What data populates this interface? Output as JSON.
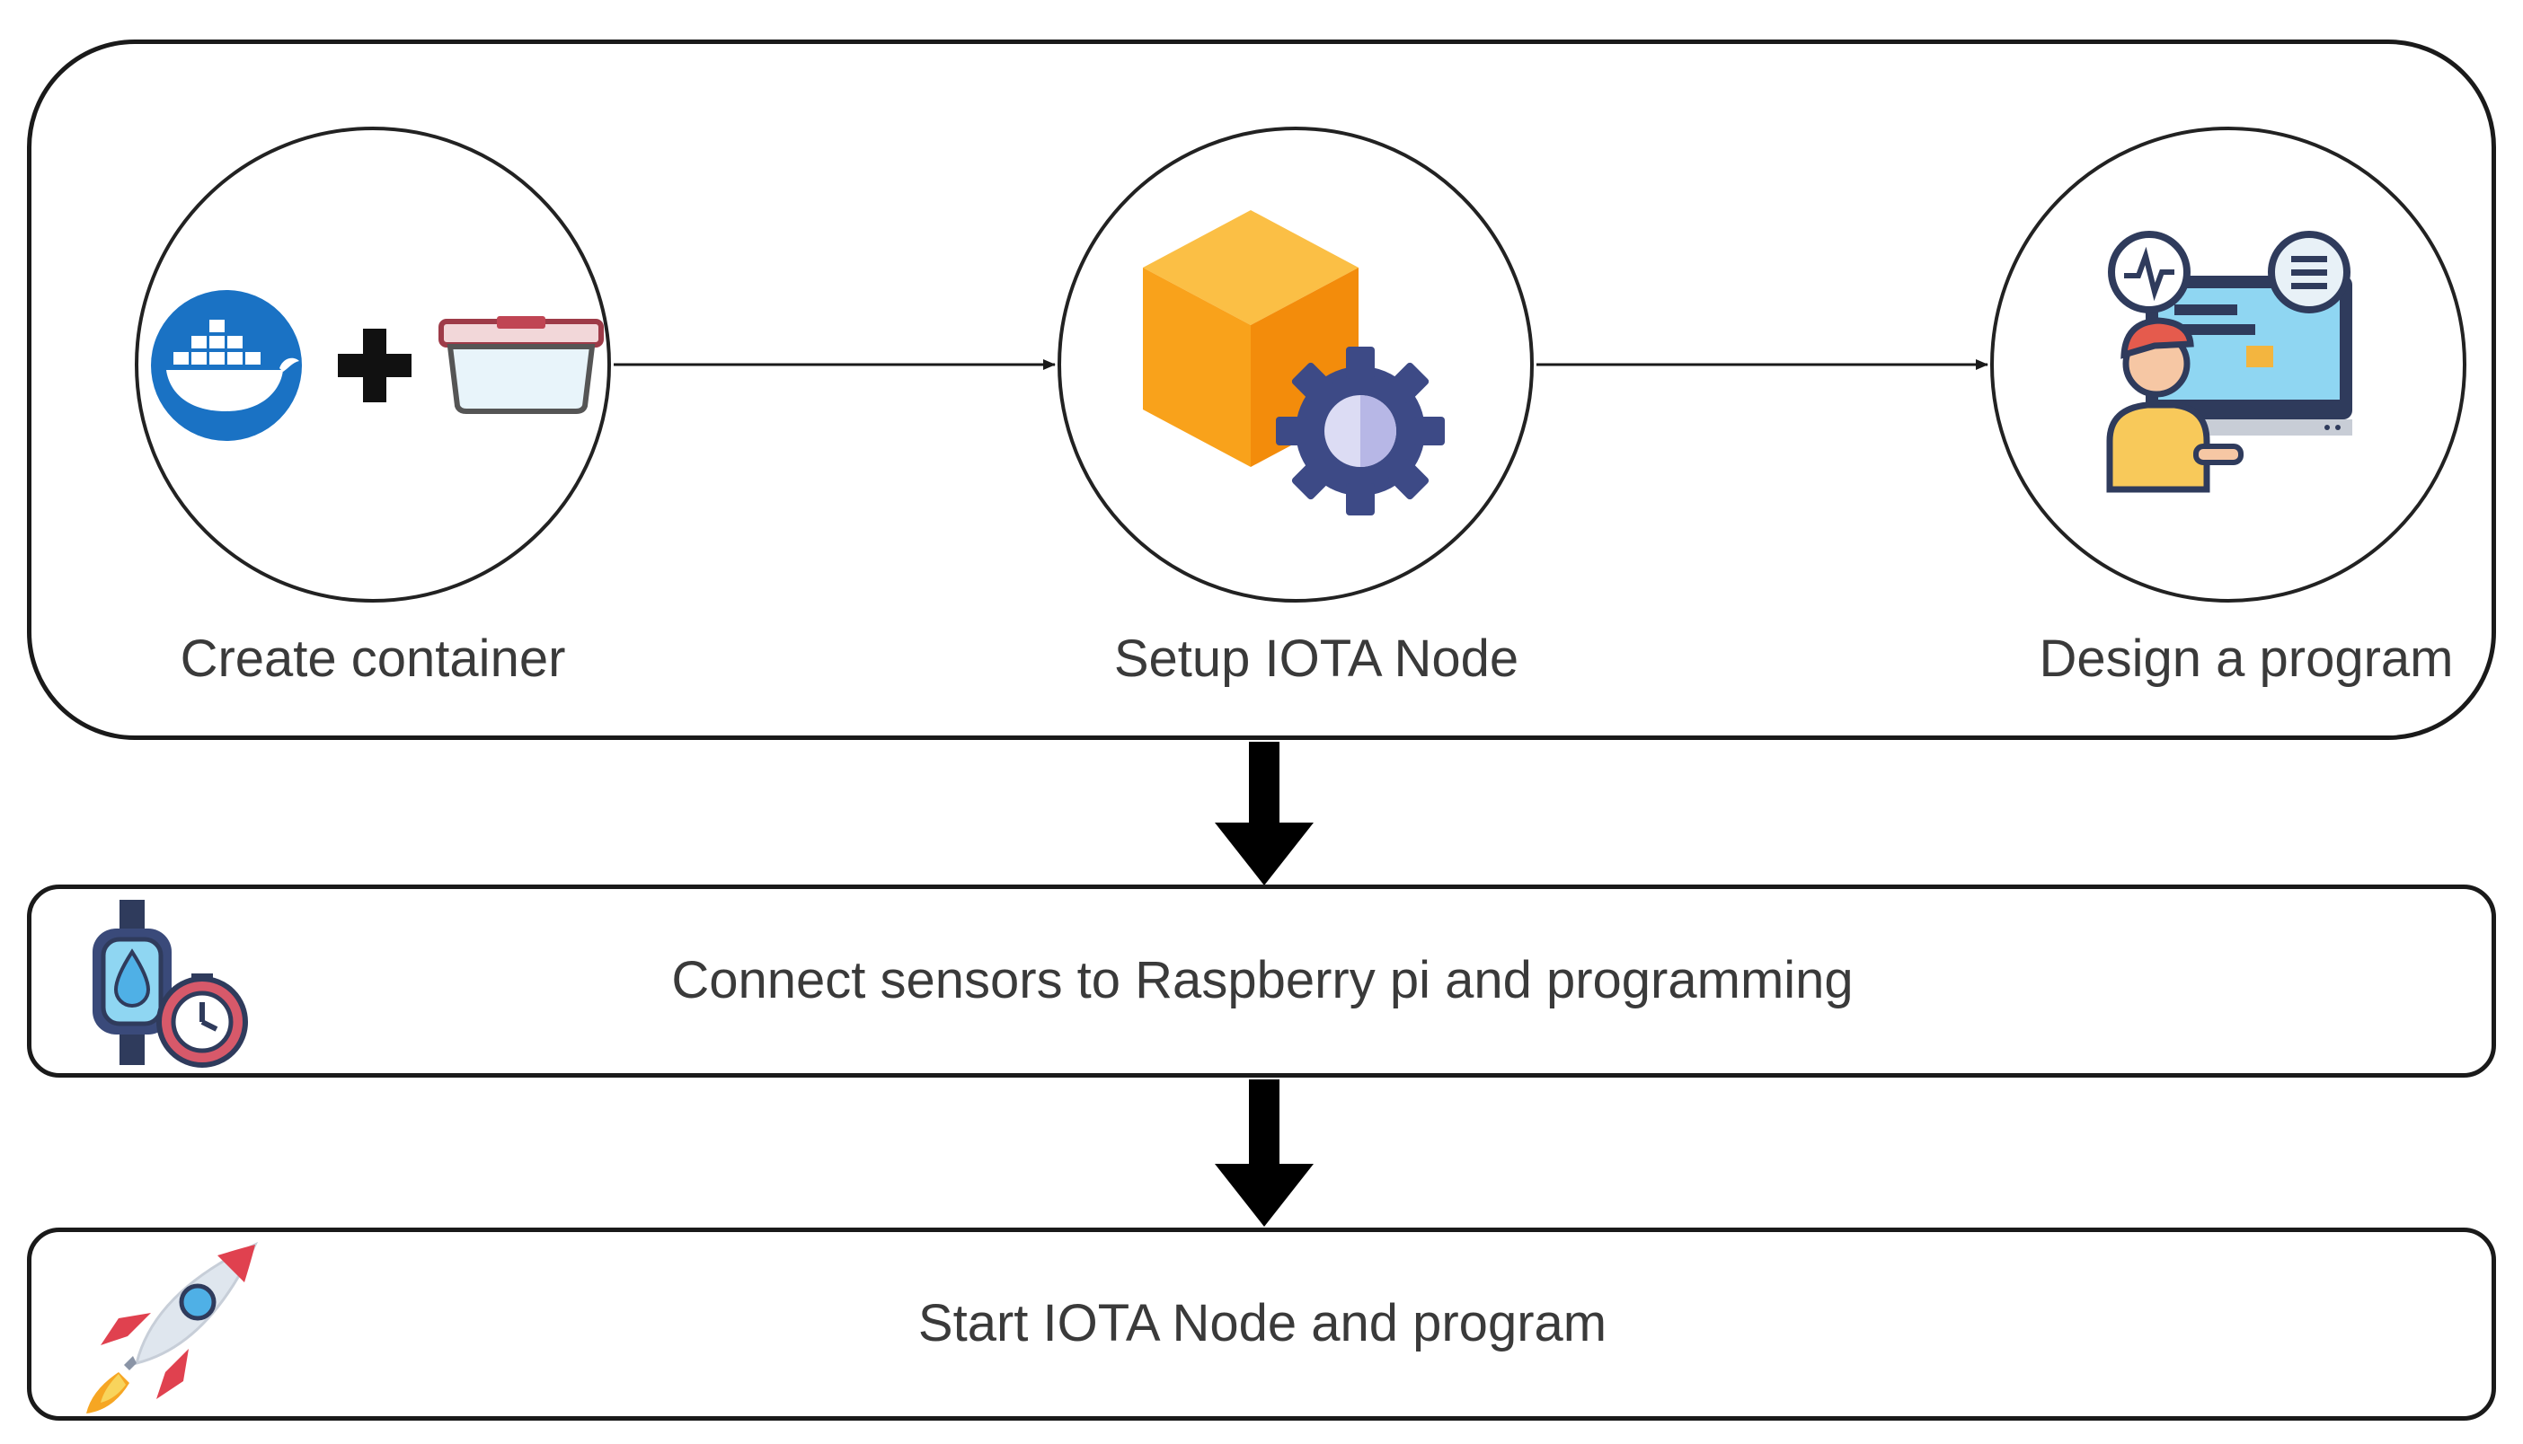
{
  "top_panel": {
    "steps": [
      {
        "label": "Create container",
        "icons": [
          "docker-whale-icon",
          "plus-icon",
          "container-box-icon"
        ]
      },
      {
        "label": "Setup IOTA Node",
        "icons": [
          "cube-icon",
          "gear-icon"
        ]
      },
      {
        "label": "Design a program",
        "icons": [
          "programmer-at-computer-icon"
        ]
      }
    ]
  },
  "lower_steps": [
    {
      "label": "Connect sensors to Raspberry pi and programming",
      "icon": "sensor-watch-stopwatch-icon"
    },
    {
      "label": "Start IOTA Node and program",
      "icon": "rocket-icon"
    }
  ],
  "colors": {
    "docker_blue": "#1a72c4",
    "cube_orange": "#f7a325",
    "gear_navy": "#3d4a86",
    "border": "#1a1a1a"
  }
}
